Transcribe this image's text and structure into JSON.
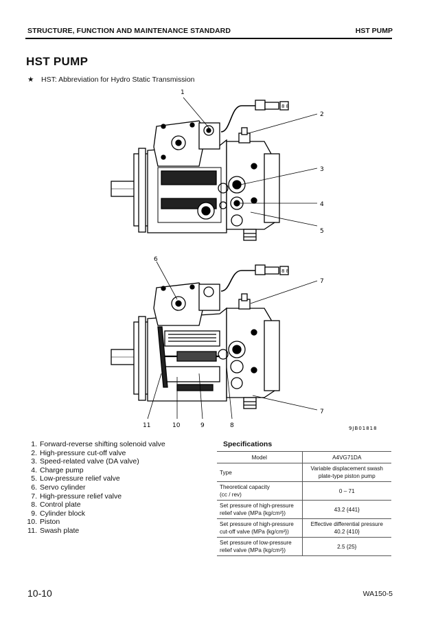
{
  "header": {
    "left": "STRUCTURE, FUNCTION AND MAINTENANCE STANDARD",
    "right": "HST PUMP"
  },
  "title": "HST PUMP",
  "note": {
    "mark": "★",
    "text": "HST: Abbreviation for Hydro Static Transmission"
  },
  "figure": {
    "callouts": [
      "1",
      "2",
      "3",
      "4",
      "5",
      "6",
      "7",
      "7",
      "11",
      "10",
      "9",
      "8"
    ],
    "connector_label_top": "8 8",
    "connector_label_bottom": "8 8",
    "code": "9JB01818"
  },
  "parts": [
    {
      "n": "1.",
      "label": "Forward-reverse shifting solenoid valve"
    },
    {
      "n": "2.",
      "label": "High-pressure cut-off valve"
    },
    {
      "n": "3.",
      "label": "Speed-related valve (DA valve)"
    },
    {
      "n": "4.",
      "label": "Charge pump"
    },
    {
      "n": "5.",
      "label": "Low-pressure relief valve"
    },
    {
      "n": "6.",
      "label": "Servo cylinder"
    },
    {
      "n": "7.",
      "label": "High-pressure relief valve"
    },
    {
      "n": "8.",
      "label": "Control plate"
    },
    {
      "n": "9.",
      "label": "Cylinder block"
    },
    {
      "n": "10.",
      "label": "Piston"
    },
    {
      "n": "11.",
      "label": "Swash plate"
    }
  ],
  "specifications": {
    "title": "Specifications",
    "rows": [
      {
        "k1": "Model",
        "k2": "",
        "v1": "A4VG71DA",
        "v2": ""
      },
      {
        "k1": "Type",
        "k2": "",
        "v1": "Variable displacement swash",
        "v2": "plate-type piston pump"
      },
      {
        "k1": "Theoretical capacity",
        "k2": "(cc / rev)",
        "v1": "0 – 71",
        "v2": ""
      },
      {
        "k1": "Set pressure of high-pressure",
        "k2": "relief valve (MPa {kg/cm²})",
        "v1": "43.2 {441}",
        "v2": ""
      },
      {
        "k1": "Set pressure of high-pressure",
        "k2": "cut-off valve (MPa {kg/cm²})",
        "v1": "Effective differential pressure",
        "v2": "40.2 {410}"
      },
      {
        "k1": "Set pressure of low-pressure",
        "k2": "relief valve (MPa {kg/cm²})",
        "v1": "2.5 {25}",
        "v2": ""
      }
    ]
  },
  "footer": {
    "page": "10-10",
    "model": "WA150-5"
  }
}
